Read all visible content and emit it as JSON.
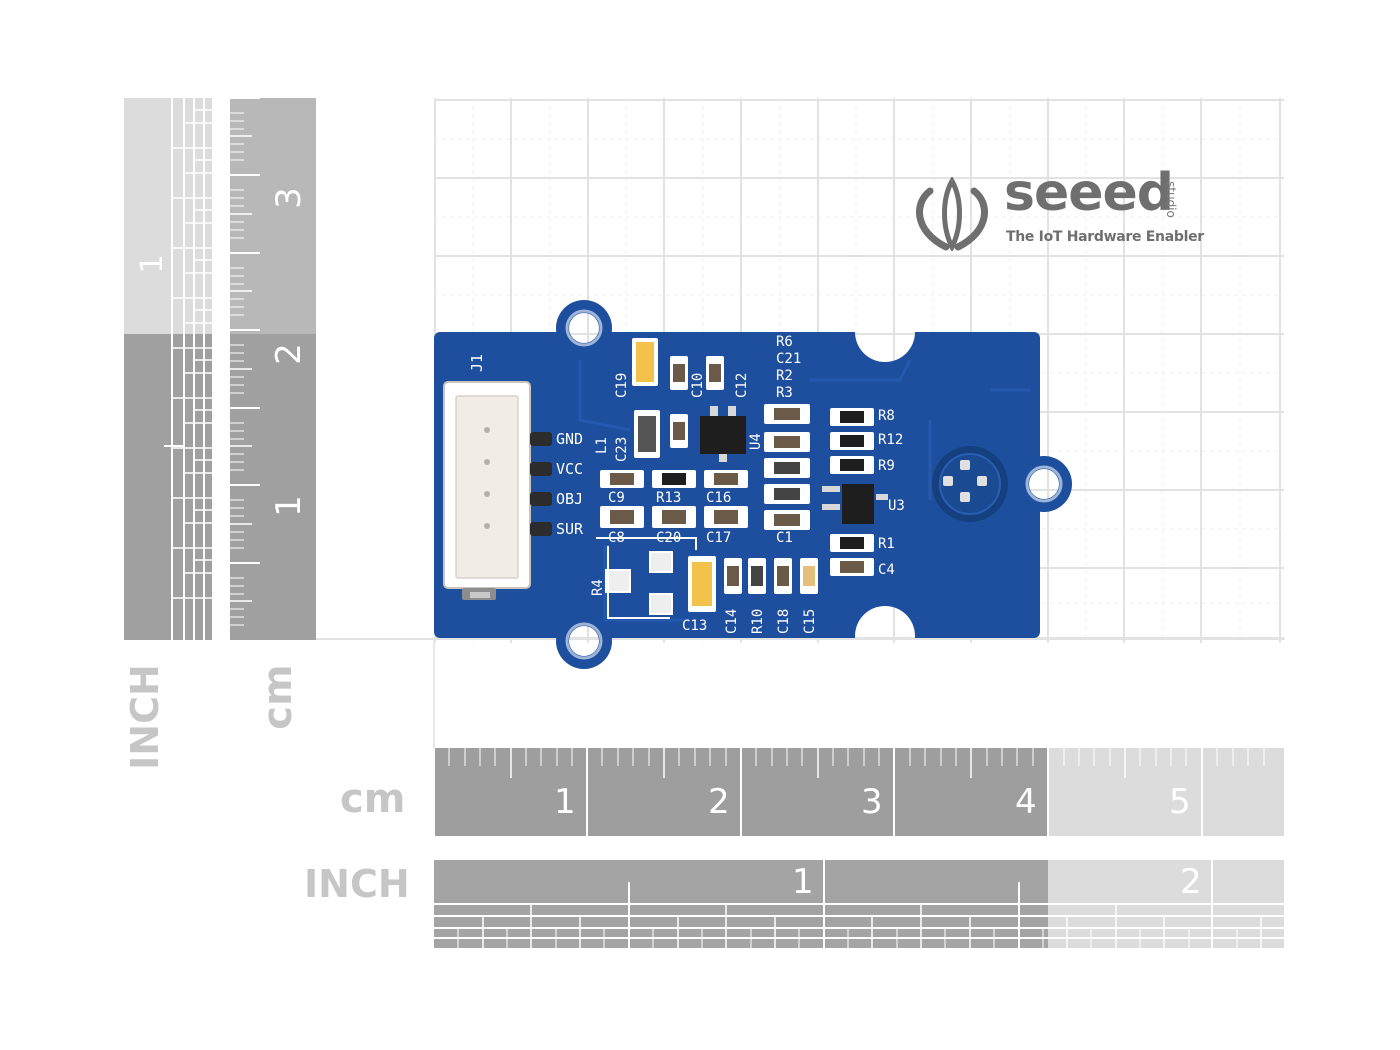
{
  "logo": {
    "brand": "seeed",
    "studio": "studio",
    "tagline": "The IoT Hardware Enabler"
  },
  "rulers": {
    "vertical_inch_label": "INCH",
    "vertical_cm_label": "cm",
    "vertical_inch_numbers": [
      "1"
    ],
    "vertical_cm_numbers": [
      "3",
      "2",
      "1"
    ],
    "horizontal_cm_label": "cm",
    "horizontal_inch_label": "INCH",
    "horizontal_cm_numbers": [
      "1",
      "2",
      "3",
      "4",
      "5"
    ],
    "horizontal_inch_numbers": [
      "1",
      "2"
    ]
  },
  "board": {
    "connector_label": "J1",
    "pins": [
      "GND",
      "VCC",
      "OBJ",
      "SUR"
    ],
    "silkscreen": {
      "c19": "C19",
      "c10": "C10",
      "c12": "C12",
      "l1": "L1",
      "c23": "C23",
      "u4": "U4",
      "r6": "R6",
      "c21": "C21",
      "r2": "R2",
      "r3": "R3",
      "r8": "R8",
      "r12": "R12",
      "r9": "R9",
      "u3": "U3",
      "r1": "R1",
      "c4": "C4",
      "c9": "C9",
      "r13": "R13",
      "c16": "C16",
      "c8": "C8",
      "c20": "C20",
      "c17": "C17",
      "c1": "C1",
      "r4": "R4",
      "c13": "C13",
      "c14": "C14",
      "r10": "R10",
      "c18": "C18",
      "c15": "C15"
    }
  },
  "colors": {
    "pcb": "#1c4f9c",
    "ruler_dark": "#9a9a9a",
    "ruler_light": "#d9d9d9",
    "grid": "#e3e3e3"
  }
}
